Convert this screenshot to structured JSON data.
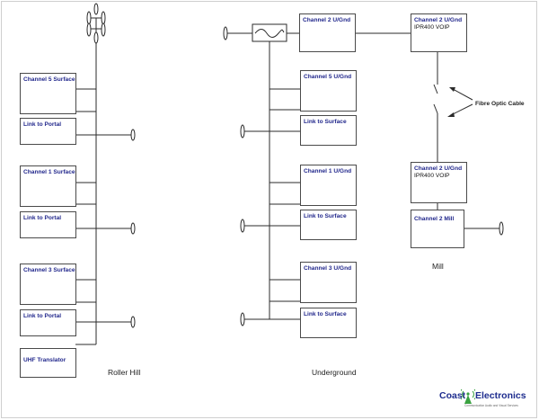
{
  "colors": {
    "line": "#2b2b2b",
    "box_title": "#22288c",
    "logo_blue": "#1d2c8e",
    "logo_green": "#3aa241"
  },
  "roller_hill": {
    "label": "Roller Hill",
    "boxes": [
      {
        "title": "Channel 5 Surface"
      },
      {
        "title": "Link to Portal"
      },
      {
        "title": "Channel 1 Surface"
      },
      {
        "title": "Link to Portal"
      },
      {
        "title": "Channel 3 Surface"
      },
      {
        "title": "Link to Portal"
      },
      {
        "title": "UHF Translator"
      }
    ]
  },
  "underground": {
    "label": "Underground",
    "top_box": {
      "title": "Channel 2 U/Gnd"
    },
    "boxes": [
      {
        "title": "Channel 5 U/Gnd"
      },
      {
        "title": "Link to Surface"
      },
      {
        "title": "Channel 1 U/Gnd"
      },
      {
        "title": "Link to Surface"
      },
      {
        "title": "Channel 3 U/Gnd"
      },
      {
        "title": "Link to Surface"
      }
    ]
  },
  "mill": {
    "label": "Mill",
    "voip_top": {
      "title": "Channel 2 U/Gnd",
      "sub": "IPR400 VOIP"
    },
    "voip_bottom": {
      "title": "Channel 2 U/Gnd",
      "sub": "IPR400 VOIP"
    },
    "mill_box": {
      "title": "Channel 2 Mill"
    },
    "fibre_label": "Fibre Optic Cable"
  },
  "logo": {
    "name_left": "Coast",
    "name_right": "Electronics",
    "tagline": "Communication Audio and Visual Services"
  }
}
